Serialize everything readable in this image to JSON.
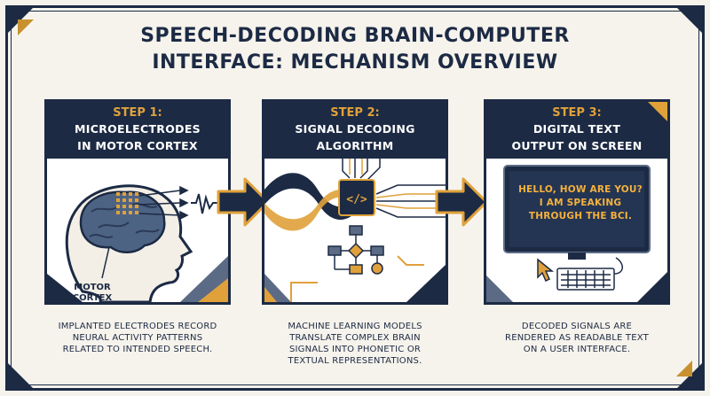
{
  "title_line1": "SPEECH-DECODING BRAIN-COMPUTER",
  "title_line2": "INTERFACE: MECHANISM OVERVIEW",
  "steps": [
    {
      "label": "STEP 1:",
      "title_line1": "MICROELECTRODES",
      "title_line2": "IN MOTOR CORTEX",
      "region_label_line1": "MOTOR",
      "region_label_line2": "CORTEX",
      "caption_line1": "IMPLANTED ELECTRODES RECORD",
      "caption_line2": "NEURAL ACTIVITY PATTERNS",
      "caption_line3": "RELATED TO INTENDED SPEECH."
    },
    {
      "label": "STEP 2:",
      "title_line1": "SIGNAL DECODING",
      "title_line2": "ALGORITHM",
      "chip_glyph": "</>",
      "caption_line1": "MACHINE LEARNING MODELS",
      "caption_line2": "TRANSLATE COMPLEX BRAIN",
      "caption_line3": "SIGNALS INTO PHONETIC OR",
      "caption_line4": "TEXTUAL REPRESENTATIONS."
    },
    {
      "label": "STEP 3:",
      "title_line1": "DIGITAL TEXT",
      "title_line2": "OUTPUT ON SCREEN",
      "screen_line1": "HELLO, HOW ARE YOU?",
      "screen_line2": "I AM SPEAKING",
      "screen_line3": "THROUGH THE BCI.",
      "caption_line1": "DECODED SIGNALS ARE",
      "caption_line2": "RENDERED AS READABLE TEXT",
      "caption_line3": "ON A USER INTERFACE."
    }
  ],
  "icons": [
    "head-profile-icon",
    "brain-icon",
    "electrode-grid-icon",
    "signal-wave-icon",
    "code-chip-icon",
    "flowchart-icon",
    "monitor-icon",
    "keyboard-icon",
    "mouse-cursor-icon",
    "right-arrow-icon"
  ],
  "colors": {
    "navy": "#1c2a44",
    "gold": "#e0a13a",
    "paper": "#f6f3ec",
    "slate": "#5b6b85"
  }
}
